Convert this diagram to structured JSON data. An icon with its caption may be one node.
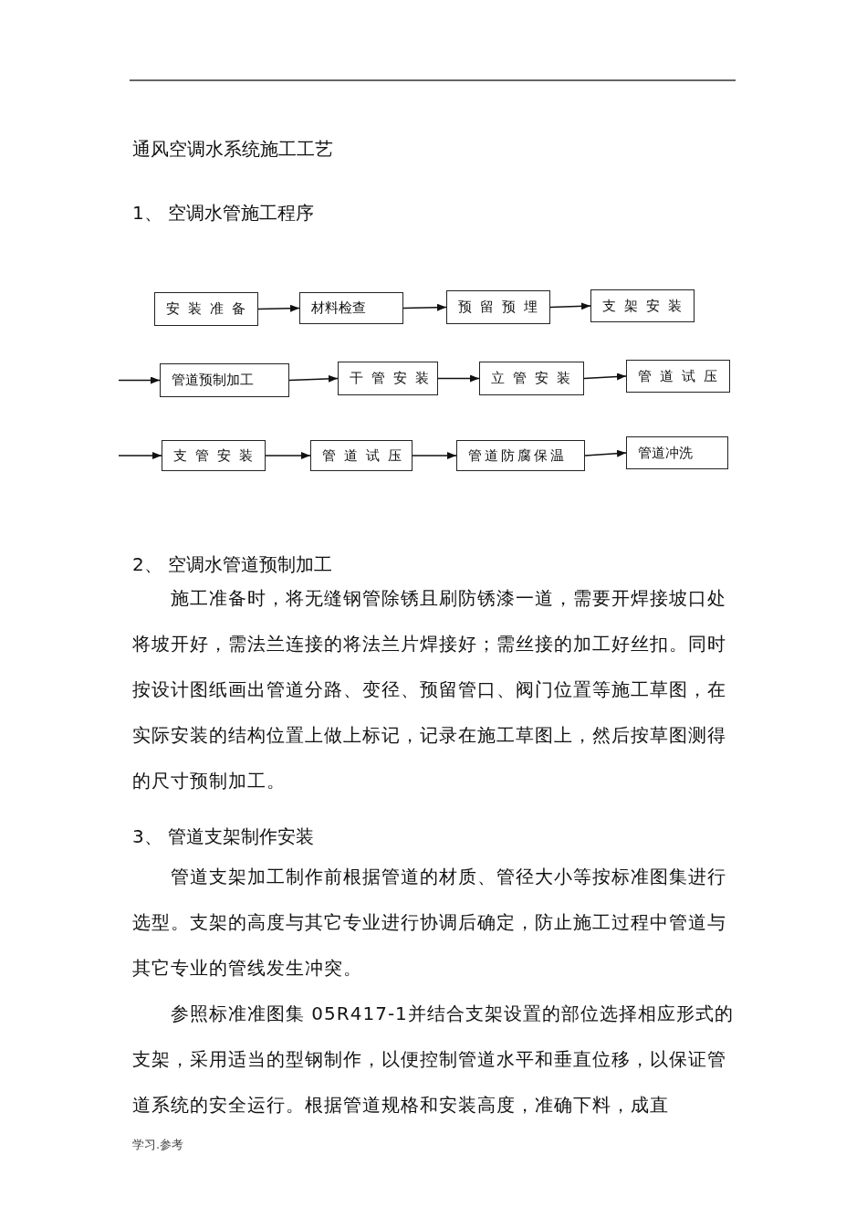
{
  "diagram": {
    "title": "通风空调水系统施工工艺",
    "nodes": [
      {
        "text": [
          "安装准备"
        ]
      },
      {
        "text": [
          "材料检查"
        ]
      },
      {
        "text": [
          "预留预埋"
        ]
      },
      {
        "text": [
          "支架安装"
        ]
      },
      {
        "text": [
          "管道预制加工"
        ]
      },
      {
        "text": [
          "干管安装"
        ]
      },
      {
        "text": [
          "立管安装"
        ]
      },
      {
        "text": [
          "管道试压"
        ]
      },
      {
        "text": [
          "支管安装"
        ]
      },
      {
        "text": [
          "管道试压"
        ]
      },
      {
        "text": [
          "管道防腐保温"
        ]
      },
      {
        "text": [
          "管道冲洗"
        ]
      }
    ],
    "edges": [
      {
        "from": 0,
        "to": 1,
        "arrow": "to"
      },
      {
        "from": 1,
        "to": 2,
        "arrow": "to"
      },
      {
        "from": 2,
        "to": 3,
        "arrow": "to"
      },
      {
        "from": null,
        "to": 4,
        "arrow": "to"
      },
      {
        "from": 4,
        "to": 5,
        "arrow": "to"
      },
      {
        "from": 5,
        "to": 6,
        "arrow": "to"
      },
      {
        "from": 6,
        "to": 7,
        "arrow": "to"
      },
      {
        "from": null,
        "to": 8,
        "arrow": "to"
      },
      {
        "from": 8,
        "to": 9,
        "arrow": "to"
      },
      {
        "from": 9,
        "to": 10,
        "arrow": "to"
      },
      {
        "from": 10,
        "to": 11,
        "arrow": "to"
      }
    ],
    "labels": [
      "1、 空调水管施工程序",
      "2、 空调水管道预制加工",
      "施工准备时，将无缝钢管除锈且刷防锈漆一道，需要开焊接坡口处将坡开好，需法兰连接的将法兰片焊接好；需丝接的加工好丝扣。同时按设计图纸画出管道分路、变径、预留管口、阀门位置等施工草图，在实际安装的结构位置上做上标记，记录在施工草图上，然后按草图测得的尺寸预制加工。",
      "3、 管道支架制作安装",
      "管道支架加工制作前根据管道的材质、管径大小等按标准图集进行选型。支架的高度与其它专业进行协调后确定，防止施工过程中管道与其它专业的管线发生冲突。",
      "参照标准准图集 05R417-1并结合支架设置的部位选择相应形式的支架，采用适当的型钢制作，以便控制管道水平和垂直位移，以保证管道系统的安全运行。根据管道规格和安装高度，准确下料，成直",
      "学习.参考"
    ]
  }
}
